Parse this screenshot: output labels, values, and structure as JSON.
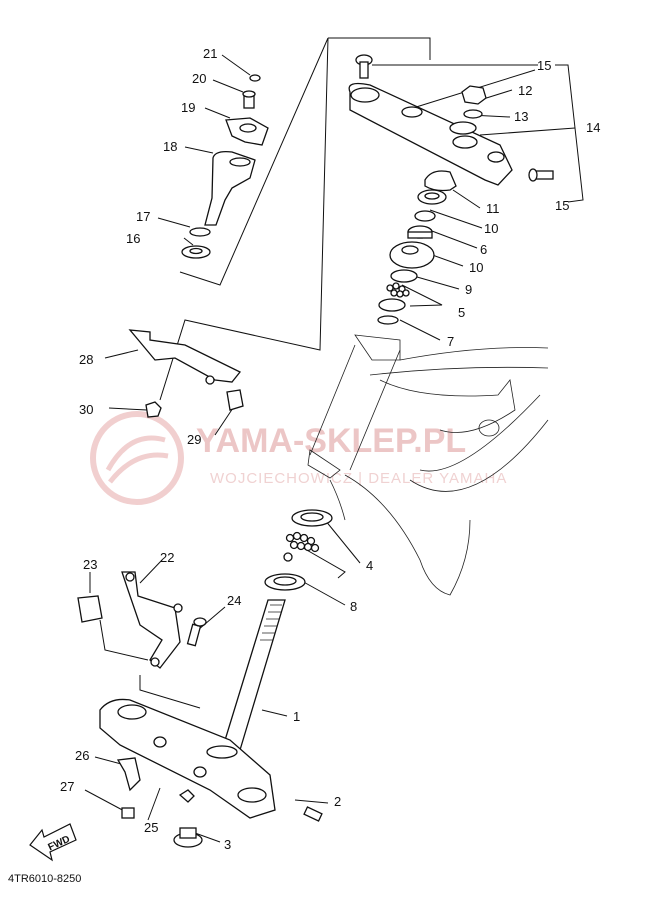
{
  "watermark": {
    "brand": "YAMA-SKLEP.PL",
    "tagline": "WOJCIECHOWICZ | DEALER YAMAHA"
  },
  "diagram_code": "4TR6010-8250",
  "fwd_label": "FWD",
  "callouts": {
    "c1": "1",
    "c2": "2",
    "c3": "3",
    "c4": "4",
    "c5": "5",
    "c6": "6",
    "c7": "7",
    "c8": "8",
    "c9": "9",
    "c10a": "10",
    "c10b": "10",
    "c11": "11",
    "c12": "12",
    "c13": "13",
    "c14": "14",
    "c15a": "15",
    "c15b": "15",
    "c16": "16",
    "c17": "17",
    "c18": "18",
    "c19": "19",
    "c20": "20",
    "c21": "21",
    "c22": "22",
    "c23": "23",
    "c24": "24",
    "c25": "25",
    "c26": "26",
    "c27": "27",
    "c28": "28",
    "c29": "29",
    "c30": "30"
  },
  "colors": {
    "line": "#111111",
    "watermark": "#e6a8a8"
  }
}
